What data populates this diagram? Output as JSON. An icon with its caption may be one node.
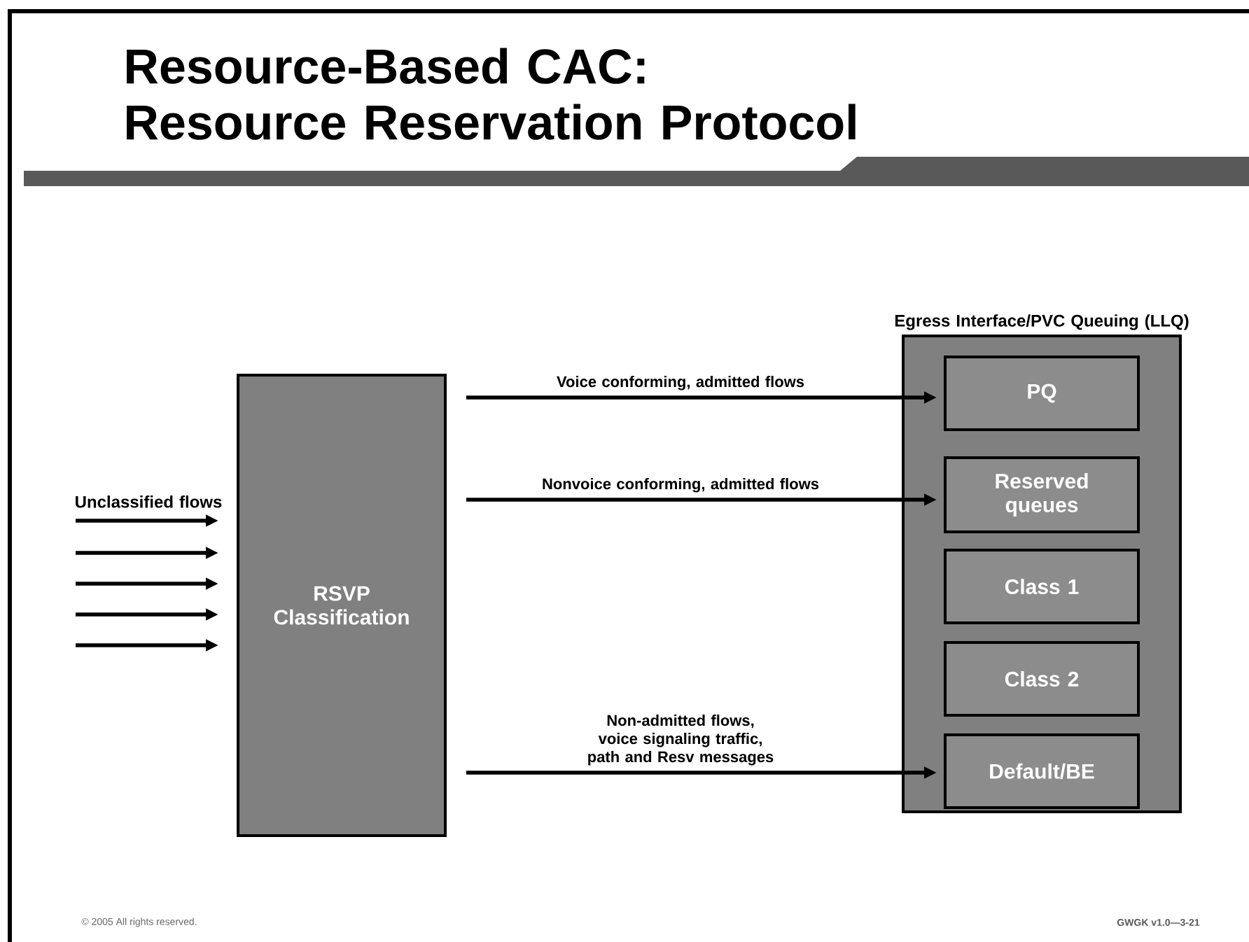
{
  "diagram": {
    "title": "Resource-Based CAC: Resource Reservation Protocol",
    "nodes": [
      {
        "text": [
          "RSVP Classification"
        ]
      },
      {
        "text": [
          "Egress Interface/PVC Queuing (LLQ)"
        ]
      },
      {
        "text": [
          "PQ"
        ],
        "in": 1
      },
      {
        "text": [
          "Reserved queues"
        ],
        "in": 1
      },
      {
        "text": [
          "Class 1"
        ],
        "in": 1
      },
      {
        "text": [
          "Class 2"
        ],
        "in": 1
      },
      {
        "text": [
          "Default/BE"
        ],
        "in": 1
      }
    ],
    "edges": [
      {
        "from": null,
        "to": 0,
        "arrow": "to"
      },
      {
        "from": null,
        "to": 0,
        "arrow": "to"
      },
      {
        "from": null,
        "to": 0,
        "arrow": "to"
      },
      {
        "from": null,
        "to": 0,
        "arrow": "to"
      },
      {
        "from": null,
        "to": 0,
        "arrow": "to"
      },
      {
        "from": 0,
        "to": 2,
        "arrow": "to",
        "label": "Voice conforming, admitted flows"
      },
      {
        "from": 0,
        "to": 3,
        "arrow": "to",
        "label": "Nonvoice conforming, admitted flows"
      },
      {
        "from": 0,
        "to": 6,
        "arrow": "to",
        "label": "Non-admitted flows, voice signaling traffic, path and Resv messages"
      }
    ],
    "labels": [
      "Unclassified flows",
      "© 2005 All rights reserved.",
      "GWGK v1.0—3-21"
    ]
  }
}
